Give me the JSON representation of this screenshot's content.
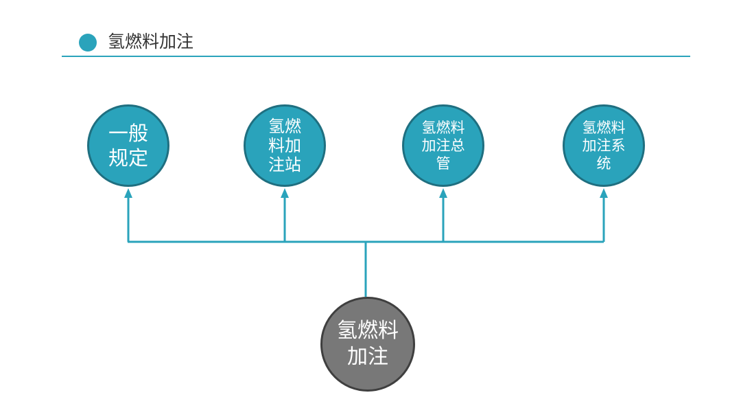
{
  "header": {
    "title": "氢燃料加注"
  },
  "diagram": {
    "root": {
      "label": "氢燃料加注"
    },
    "children": [
      {
        "label": "一般规定"
      },
      {
        "label": "氢燃料加注站"
      },
      {
        "label": "氢燃料加注总管"
      },
      {
        "label": "氢燃料加注系统"
      }
    ]
  },
  "colors": {
    "accent": "#2aa3bb",
    "root_fill": "#787878",
    "text_on_node": "#ffffff"
  }
}
